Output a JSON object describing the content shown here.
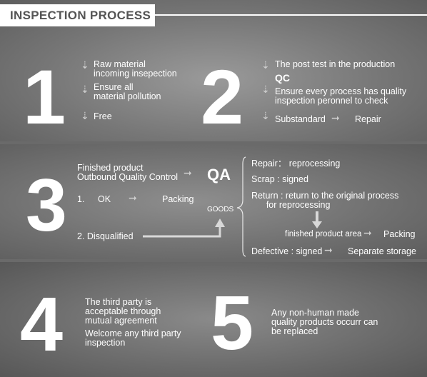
{
  "header": {
    "title": "INSPECTION PROCESS"
  },
  "step1": {
    "number": "1",
    "items": [
      "Raw material\nincoming insepection",
      "Ensure all\nmaterial pollution",
      "Free"
    ]
  },
  "step2": {
    "number": "2",
    "line1": "The post test in the production",
    "qc": "QC",
    "line2": "Ensure every process has quality\ninspection peronnel to check",
    "line3a": "Substandard",
    "line3b": "Repair"
  },
  "step3": {
    "number": "3",
    "finished": "Finished product\nOutbound Quality Control",
    "qa": "QA",
    "ok_num": "1.",
    "ok": "OK",
    "packing": "Packing",
    "goods": "GOODS",
    "disq": "2.  Disqualified",
    "repair": "Repair： reprocessing",
    "scrap": "Scrap : signed",
    "return": "Return : return to the original process\n      for reprocessing",
    "finished_area": "finished product area",
    "packing2": "Packing",
    "defective": "Defective : signed",
    "storage": "Separate storage"
  },
  "step4": {
    "number": "4",
    "line1": "The third party is\nacceptable through\nmutual agreement",
    "line2": "Welcome any third party\ninspection"
  },
  "step5": {
    "number": "5",
    "line1": "Any non-human made\nquality products occurr can\nbe replaced"
  },
  "icons": {
    "down": "down-arrow-icon",
    "right": "right-arrow-icon"
  }
}
